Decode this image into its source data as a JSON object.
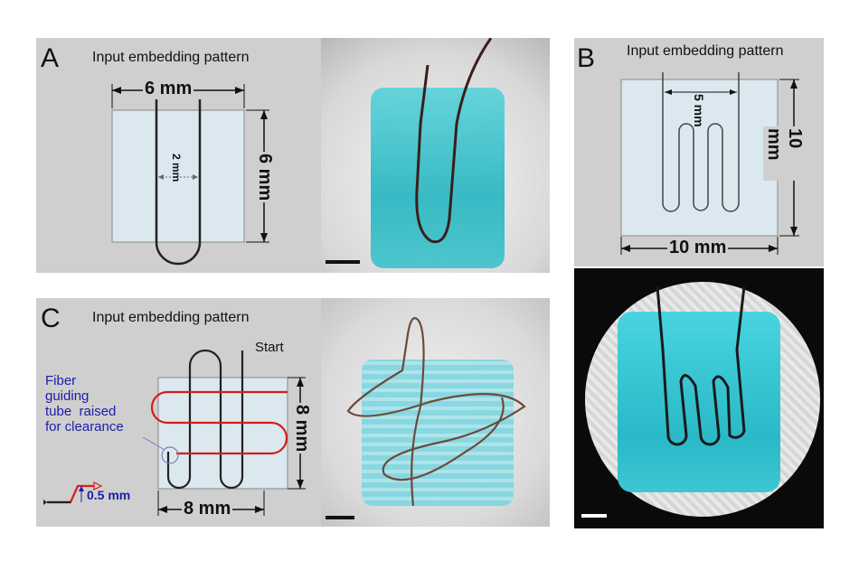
{
  "panels": {
    "A": {
      "letter": "A",
      "title": "Input embedding pattern",
      "width_label": "6 mm",
      "height_label": "6 mm",
      "spacing_label": "2 mm"
    },
    "B": {
      "letter": "B",
      "title": "Input embedding pattern",
      "width_label": "10 mm",
      "height_label": "10 mm",
      "spacing_label": "5 mm"
    },
    "C": {
      "letter": "C",
      "title": "Input embedding pattern",
      "start_label": "Start",
      "width_label": "8 mm",
      "height_label": "8 mm",
      "note_lines": [
        "Fiber",
        "guiding",
        "tube  raised",
        "for clearance"
      ],
      "raise_label": "0.5 mm"
    }
  },
  "colors": {
    "panel_bg": "#cfcfcf",
    "pattern_fill": "#dbe8ef",
    "hydrogel": "#3ec6cf",
    "fiber_dark": "#222222",
    "fiber_red": "#d81c1c",
    "annotation_blue": "#1c1ca8"
  }
}
